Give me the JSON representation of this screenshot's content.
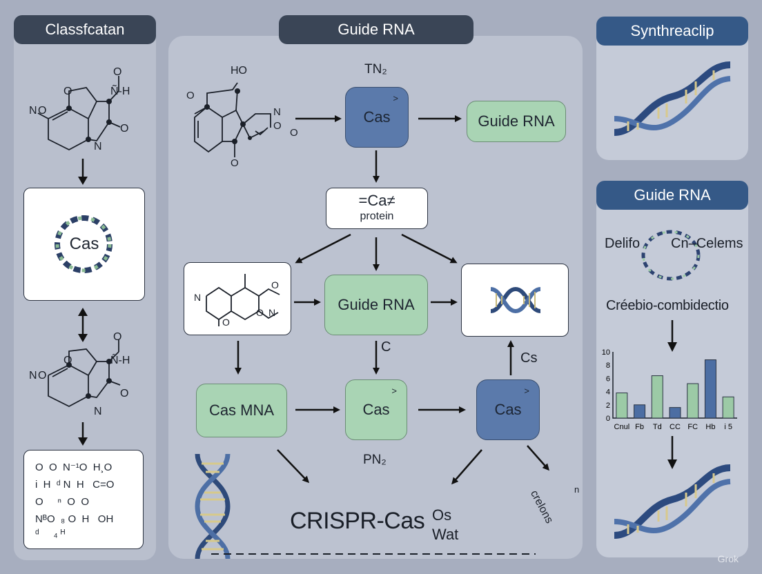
{
  "left": {
    "header": "Classfcatan",
    "cas_box_label": "Cas",
    "mol1": {
      "o": "O",
      "nh": "Ñ-H",
      "n_left": "N",
      "o_ring": "O",
      "o_left": "O",
      "o2": "O",
      "n_bottom": "N"
    },
    "mol2": {
      "o": "O",
      "nh": "Ñ-H",
      "n_left": "N",
      "o_ring": "O",
      "o_left": "O",
      "o2": "O",
      "n_bottom": "N"
    },
    "formula_lines": [
      "O  O  N⁻¹O  H¸O",
      "i  H  ᵈ N  H   C=O",
      "O     ⁿ  O  O",
      "NᴮO  ₈ O  H   OH",
      "ᵈ     ₄ ᴴ"
    ]
  },
  "center": {
    "header": "Guide RNA",
    "tn2": "TN₂",
    "ho": "HO",
    "mol_top_n": "N",
    "mol_top_o1": "O",
    "mol_top_o2": "O",
    "mol_top_o3": "O",
    "mol_top_o4": "O",
    "cas_top": "Cas",
    "guide_rna_top": "Guide RNA",
    "ca_protein_line1": "=Ca≠",
    "ca_protein_line2": "protein",
    "mol_mid_n1": "N",
    "mol_mid_n2": "N",
    "mol_mid_o1": "O",
    "mol_mid_o2": "O",
    "mol_mid_o3": "O",
    "guide_rna_mid": "Guide RNA",
    "c_label": "C",
    "cs_label": "Cs",
    "cas_mna": "Cas MNA",
    "cas_mid": "Cas",
    "cas_right": "Cas",
    "pn2": "PN₂",
    "crispr": "CRISPR-Cas",
    "os_wat_1": "Os",
    "os_wat_2": "Wat",
    "crelons": "crelons",
    "n_small": "n"
  },
  "top_right": {
    "header": "Synthreaclip"
  },
  "bottom_right": {
    "header": "Guide RNA",
    "delifo": "Delifo",
    "celems": "Cn–Celems",
    "crebio": "Créebio-combidectio"
  },
  "chart_data": {
    "type": "bar",
    "categories": [
      "Cnul",
      "Fb",
      "Td",
      "CC",
      "FC",
      "Hb",
      "i 5"
    ],
    "series": [
      {
        "values": [
          3.8,
          null,
          6.4,
          null,
          5.2,
          null,
          3.2
        ],
        "color": "#9ccaa6"
      },
      {
        "values": [
          null,
          2.0,
          null,
          1.6,
          null,
          8.8,
          null
        ],
        "color": "#4c6ea3"
      }
    ],
    "ylim": [
      0,
      10
    ],
    "yticks": [
      0,
      2,
      4,
      6,
      8,
      10
    ],
    "ytick_labels": [
      "0",
      "2",
      "4",
      "6",
      "8",
      "10"
    ],
    "xlabel": "",
    "ylabel": ""
  },
  "watermark": "Grok"
}
